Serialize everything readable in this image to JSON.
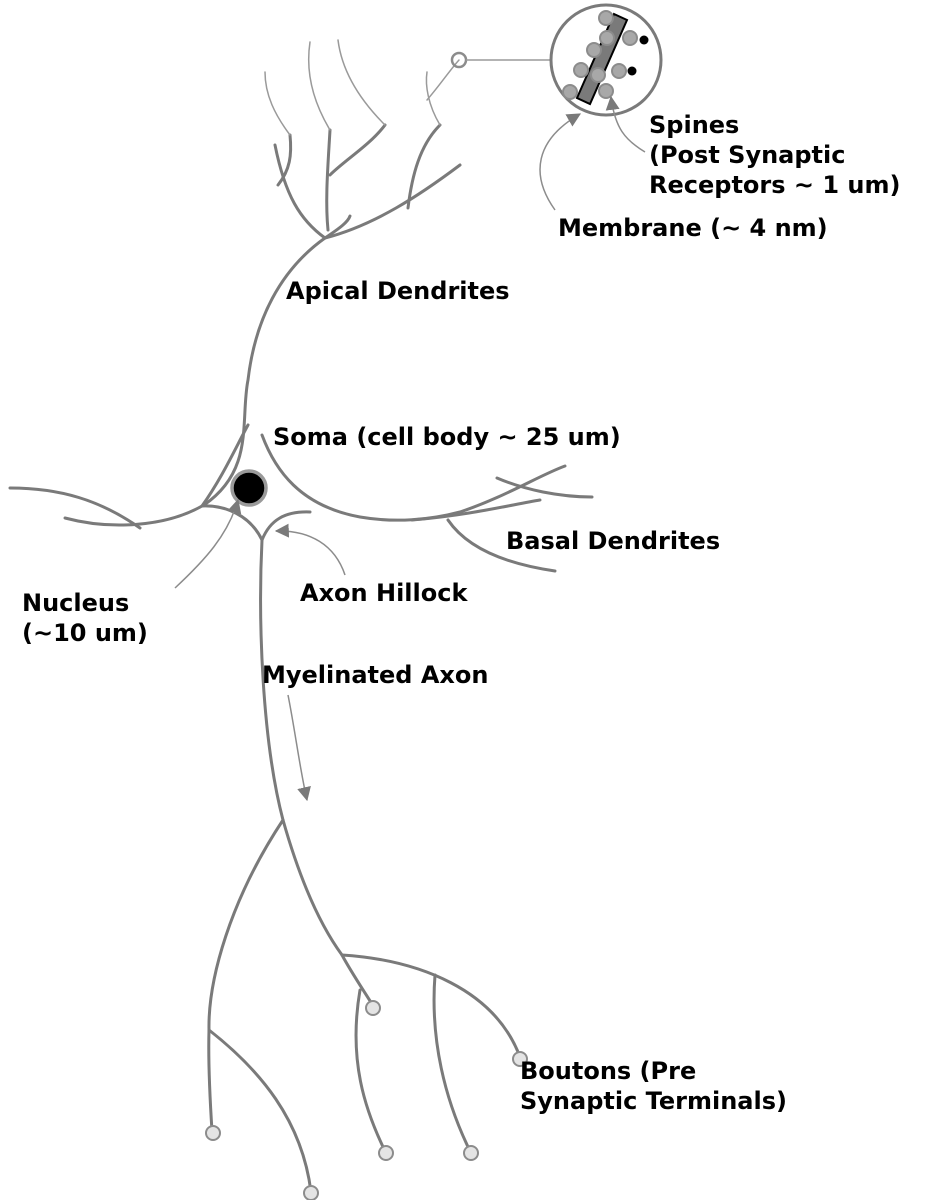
{
  "diagram": {
    "labels": {
      "spines": [
        "Spines",
        "(Post Synaptic",
        "Receptors ~ 1 um)"
      ],
      "membrane": "Membrane (~ 4 nm)",
      "apical_dendrites": "Apical Dendrites",
      "soma": "Soma (cell body ~ 25 um)",
      "basal_dendrites": "Basal Dendrites",
      "nucleus": [
        "Nucleus",
        "(~10 um)"
      ],
      "axon_hillock": "Axon Hillock",
      "myelinated_axon": "Myelinated Axon",
      "boutons": [
        "Boutons (Pre",
        "Synaptic Terminals)"
      ]
    },
    "colors": {
      "structure": "#7a7a7a",
      "thin_line": "#8c8c8c",
      "nucleus": "#000000",
      "nucleus_ring": "#9a9a9a",
      "bouton_fill": "#e4e4e4",
      "text": "#000000"
    }
  }
}
